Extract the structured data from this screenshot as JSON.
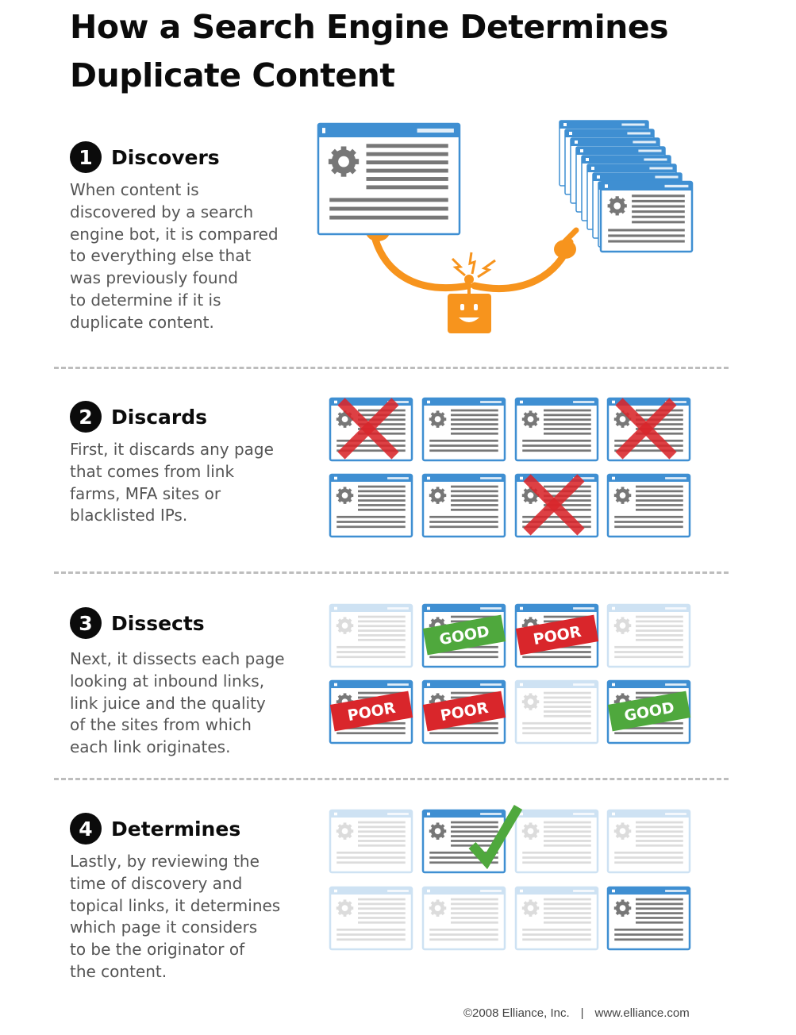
{
  "title": {
    "line1": "How a Search Engine Determines",
    "line2": "Duplicate Content"
  },
  "steps": [
    {
      "number": "1",
      "title": "Discovers",
      "description": "When content is\ndiscovered by a search\nengine bot, it is compared\nto everything else that\nwas previously found\nto determine if it is\nduplicate content."
    },
    {
      "number": "2",
      "title": "Discards",
      "description": "First, it discards any page\nthat comes from link\nfarms, MFA sites or\nblacklisted IPs."
    },
    {
      "number": "3",
      "title": "Dissects",
      "description": "Next, it dissects each page\nlooking at inbound links,\nlink juice and the quality\nof the sites from which\neach link originates."
    },
    {
      "number": "4",
      "title": "Determines",
      "description": "Lastly, by reviewing the\ntime of discovery and\ntopical links, it determines\nwhich page it considers\nto be the originator of\nthe content."
    }
  ],
  "stamps": {
    "good": "GOOD",
    "poor": "POOR"
  },
  "discard_grid": [
    "x",
    "ok",
    "ok",
    "x",
    "ok",
    "ok",
    "x",
    "ok"
  ],
  "dissect_grid": [
    "faded",
    "good",
    "poor",
    "faded",
    "poor",
    "poor",
    "faded",
    "good"
  ],
  "determine_grid": [
    "faded",
    "check",
    "faded",
    "faded",
    "faded",
    "faded",
    "faded",
    "active"
  ],
  "colors": {
    "blue": "#3f8fd2",
    "orange": "#f7941d",
    "red": "#d9262b",
    "green": "#4fa83d",
    "gray": "#777777"
  },
  "footer": {
    "copyright": "©2008 Elliance, Inc.",
    "separator": "|",
    "website": "www.elliance.com"
  }
}
